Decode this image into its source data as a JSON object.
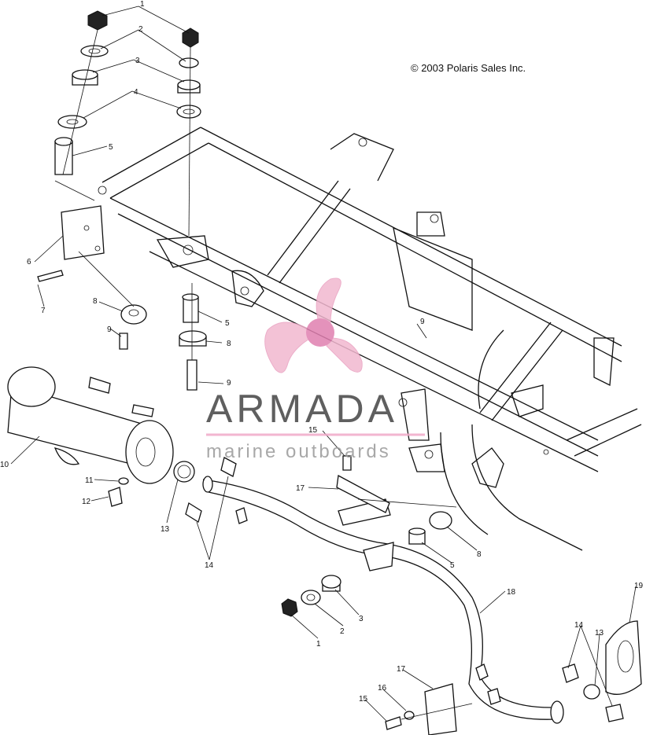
{
  "copyright": "© 2003 Polaris Sales Inc.",
  "watermark": {
    "brand": "ARMADA",
    "tagline": "marine outboards"
  },
  "callouts": {
    "c1a": "1",
    "c2a": "2",
    "c3a": "3",
    "c4a": "4",
    "c5a": "5",
    "c6": "6",
    "c7": "7",
    "c8a": "8",
    "c9a": "9",
    "c5b": "5",
    "c8b": "8",
    "c9b": "9",
    "c9c": "9",
    "c10": "10",
    "c11": "11",
    "c12": "12",
    "c13a": "13",
    "c14a": "14",
    "c15a": "15",
    "c17a": "17",
    "c8c": "8",
    "c5c": "5",
    "c1b": "1",
    "c2b": "2",
    "c3b": "3",
    "c18": "18",
    "c19": "19",
    "c14b": "14",
    "c13b": "13",
    "c17b": "17",
    "c16": "16",
    "c15b": "15"
  }
}
